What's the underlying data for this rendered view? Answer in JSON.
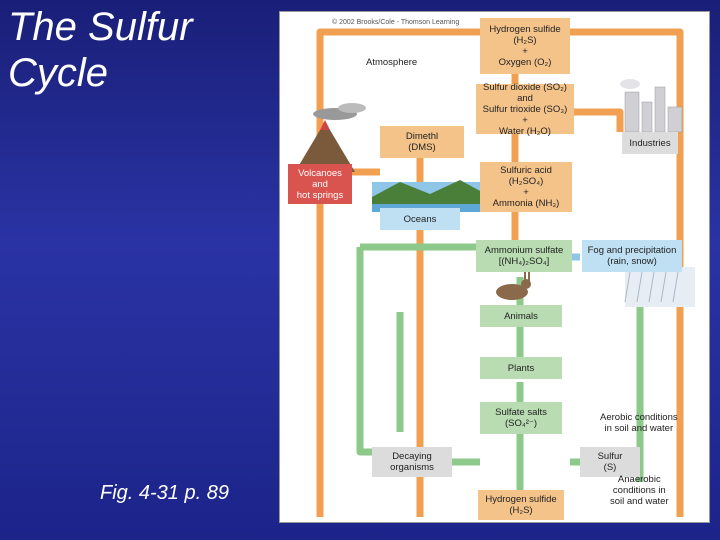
{
  "slide": {
    "title": "The Sulfur Cycle",
    "caption": "Fig. 4-31 p. 89"
  },
  "diagram": {
    "copyright": "© 2002 Brooks/Cole - Thomson Learning",
    "atmosphere": "Atmosphere",
    "hydrogen_sulfide_top": "Hydrogen sulfide\n(H₂S)\n+\nOxygen (O₂)",
    "sulfur_dioxide": "Sulfur dioxide (SO₂)\nand\nSulfur trioxide (SO₃)\n+\nWater (H₂O)",
    "dimethyl": "Dimethl\n(DMS)",
    "industries": "Industries",
    "volcanoes": "Volcanoes\nand\nhot springs",
    "sulfuric_acid": "Sulfuric acid\n(H₂SO₄)\n+\nAmmonia (NH₃)",
    "oceans": "Oceans",
    "ammonium_sulfate": "Ammonium sulfate\n[(NH₄)₂SO₄]",
    "fog": "Fog and precipitation\n(rain, snow)",
    "animals": "Animals",
    "plants": "Plants",
    "sulfate_salts": "Sulfate salts\n(SO₄²⁻)",
    "aerobic": "Aerobic conditions\nin soil and water",
    "decaying": "Decaying\norganisms",
    "sulfur": "Sulfur\n(S)",
    "anaerobic": "Anaerobic\nconditions in\nsoil and water",
    "hydrogen_sulfide_bottom": "Hydrogen sulfide\n(H₂S)"
  },
  "colors": {
    "background": "#2a33a4",
    "orange_arrow": "#f0a050",
    "green_arrow": "#8cc98a",
    "blue_arrow": "#8fc6e8",
    "volcano_label": "#d9534f"
  }
}
